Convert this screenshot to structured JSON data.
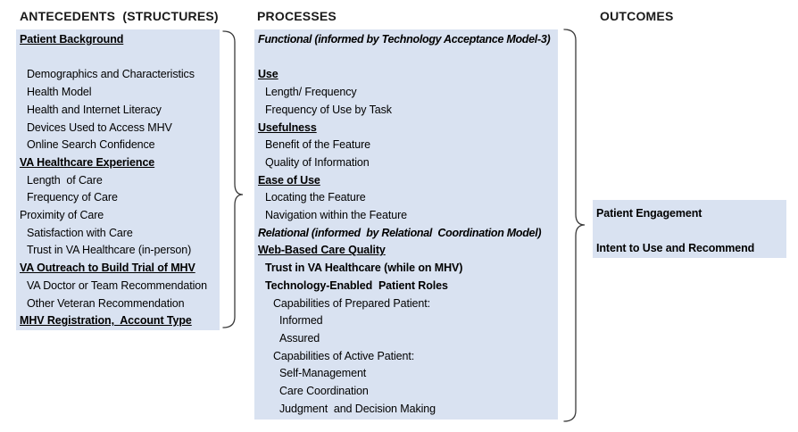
{
  "colors": {
    "box_fill": "#d9e2f1",
    "brace": "#3a3a3a",
    "text": "#000000",
    "background": "#ffffff"
  },
  "headers": {
    "antecedents": "ANTECEDENTS  (STRUCTURES)",
    "processes": "PROCESSES",
    "outcomes": "OUTCOMES"
  },
  "antecedents": {
    "lines": [
      {
        "t": "Patient Background",
        "s": "h"
      },
      {
        "t": "",
        "s": "blank"
      },
      {
        "t": "Demographics and Characteristics",
        "s": "i1"
      },
      {
        "t": "Health Model",
        "s": "i1"
      },
      {
        "t": "Health and Internet Literacy",
        "s": "i1"
      },
      {
        "t": "Devices Used to Access MHV",
        "s": "i1"
      },
      {
        "t": "Online Search Confidence",
        "s": "i1"
      },
      {
        "t": "VA Healthcare Experience",
        "s": "h"
      },
      {
        "t": "Length  of Care",
        "s": "i1"
      },
      {
        "t": "Frequency of Care",
        "s": "i1"
      },
      {
        "t": "Proximity of Care",
        "s": "i0"
      },
      {
        "t": "Satisfaction with Care",
        "s": "i1"
      },
      {
        "t": "Trust in VA Healthcare (in-person)",
        "s": "i1"
      },
      {
        "t": "VA Outreach to Build Trial of MHV",
        "s": "h"
      },
      {
        "t": "VA Doctor or Team Recommendation",
        "s": "i1"
      },
      {
        "t": "Other Veteran Recommendation",
        "s": "i1"
      },
      {
        "t": "MHV Registration,  Account Type",
        "s": "h"
      }
    ]
  },
  "processes": {
    "lines": [
      {
        "t": "Functional (informed by Technology Acceptance Model-3)",
        "s": "hi"
      },
      {
        "t": "",
        "s": "blank"
      },
      {
        "t": "Use",
        "s": "h"
      },
      {
        "t": "Length/ Frequency",
        "s": "i1"
      },
      {
        "t": "Frequency of Use by Task",
        "s": "i1"
      },
      {
        "t": "Usefulness",
        "s": "h"
      },
      {
        "t": "Benefit of the Feature",
        "s": "i1"
      },
      {
        "t": "Quality of Information",
        "s": "i1"
      },
      {
        "t": "Ease of Use",
        "s": "h"
      },
      {
        "t": "Locating the Feature",
        "s": "i1"
      },
      {
        "t": "Navigation within the Feature",
        "s": "i1"
      },
      {
        "t": "Relational (informed  by Relational  Coordination Model)",
        "s": "hi"
      },
      {
        "t": "Web-Based Care Quality",
        "s": "h"
      },
      {
        "t": "Trust in VA Healthcare (while on MHV)",
        "s": "b1"
      },
      {
        "t": "Technology-Enabled  Patient Roles",
        "s": "b1"
      },
      {
        "t": "Capabilities of Prepared Patient:",
        "s": "i2"
      },
      {
        "t": "Informed",
        "s": "i3"
      },
      {
        "t": "Assured",
        "s": "i3"
      },
      {
        "t": "Capabilities of Active Patient:",
        "s": "i2"
      },
      {
        "t": "Self-Management",
        "s": "i3"
      },
      {
        "t": "Care Coordination",
        "s": "i3"
      },
      {
        "t": "Judgment  and Decision Making",
        "s": "i3"
      }
    ]
  },
  "outcomes": {
    "lines": [
      {
        "t": "Patient Engagement",
        "s": "b0"
      },
      {
        "t": "",
        "s": "blank"
      },
      {
        "t": "Intent to Use and Recommend",
        "s": "b0"
      }
    ]
  }
}
